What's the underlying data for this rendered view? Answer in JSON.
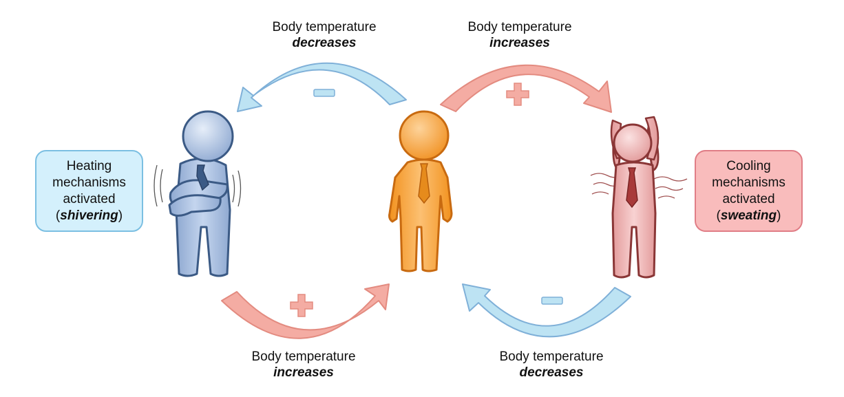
{
  "colors": {
    "cool_arrow": "#bde3f3",
    "cool_arrow_stroke": "#7fb0d8",
    "warm_arrow": "#f4aca3",
    "warm_arrow_stroke": "#e38b80",
    "cold_figure": "#a9c1e3",
    "cold_figure_stroke": "#3b5a85",
    "normal_figure": "#f7a23a",
    "normal_figure_stroke": "#c86a10",
    "hot_figure": "#f0bcbc",
    "hot_figure_stroke": "#8a3636",
    "heating_box_fill": "#d4f0fc",
    "heating_box_border": "#7bbfe2",
    "cooling_box_fill": "#f9bcbc",
    "cooling_box_border": "#e07d86"
  },
  "captions": {
    "top_left": {
      "line1": "Body temperature",
      "line2": "decreases"
    },
    "top_right": {
      "line1": "Body temperature",
      "line2": "increases"
    },
    "bottom_left": {
      "line1": "Body temperature",
      "line2": "increases"
    },
    "bottom_right": {
      "line1": "Body temperature",
      "line2": "decreases"
    }
  },
  "boxes": {
    "heating": {
      "line1": "Heating",
      "line2": "mechanisms",
      "line3": "activated",
      "paren_open": "(",
      "keyword": "shivering",
      "paren_close": ")"
    },
    "cooling": {
      "line1": "Cooling",
      "line2": "mechanisms",
      "line3": "activated",
      "paren_open": "(",
      "keyword": "sweating",
      "paren_close": ")"
    }
  },
  "icons": [
    "minus-icon",
    "plus-icon"
  ]
}
